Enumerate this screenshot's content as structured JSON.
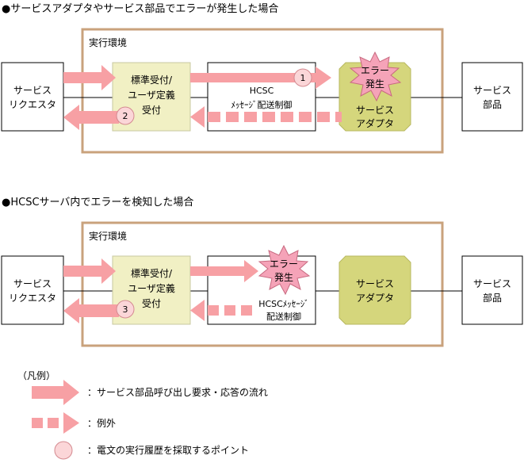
{
  "scenario1": {
    "title": "●サービスアダプタやサービス部品でエラーが発生した場合",
    "env_label": "実行環境",
    "requester": [
      "サービス",
      "リクエスタ"
    ],
    "standard": [
      "標準受付/",
      "ユーザ定義",
      "受付"
    ],
    "hcsc": [
      "HCSC",
      "ﾒｯｾｰｼﾞ配送制御"
    ],
    "adapter": [
      "サービス",
      "アダプタ"
    ],
    "part": [
      "サービス",
      "部品"
    ],
    "error": [
      "エラー",
      "発生"
    ],
    "points": [
      "1",
      "2"
    ]
  },
  "scenario2": {
    "title": "●HCSCサーバ内でエラーを検知した場合",
    "env_label": "実行環境",
    "requester": [
      "サービス",
      "リクエスタ"
    ],
    "standard": [
      "標準受付/",
      "ユーザ定義",
      "受付"
    ],
    "hcsc": [
      "HCSCﾒｯｾｰｼﾞ",
      "配送制御"
    ],
    "adapter": [
      "サービス",
      "アダプタ"
    ],
    "part": [
      "サービス",
      "部品"
    ],
    "error": [
      "エラー",
      "発生"
    ],
    "points": [
      "3"
    ]
  },
  "legend": {
    "title": "（凡例）",
    "flow": "：サービス部品呼び出し要求・応答の流れ",
    "exception": "：例外",
    "point": "：電文の実行履歴を採取するポイント"
  },
  "colors": {
    "arrow": "#f7a0a4",
    "env_border": "#c9a27c",
    "standard_fill": "#f1f0c4",
    "adapter_fill": "#d5d67c",
    "error_fill": "#f5a3b8",
    "point_fill": "#fbd6d8"
  }
}
